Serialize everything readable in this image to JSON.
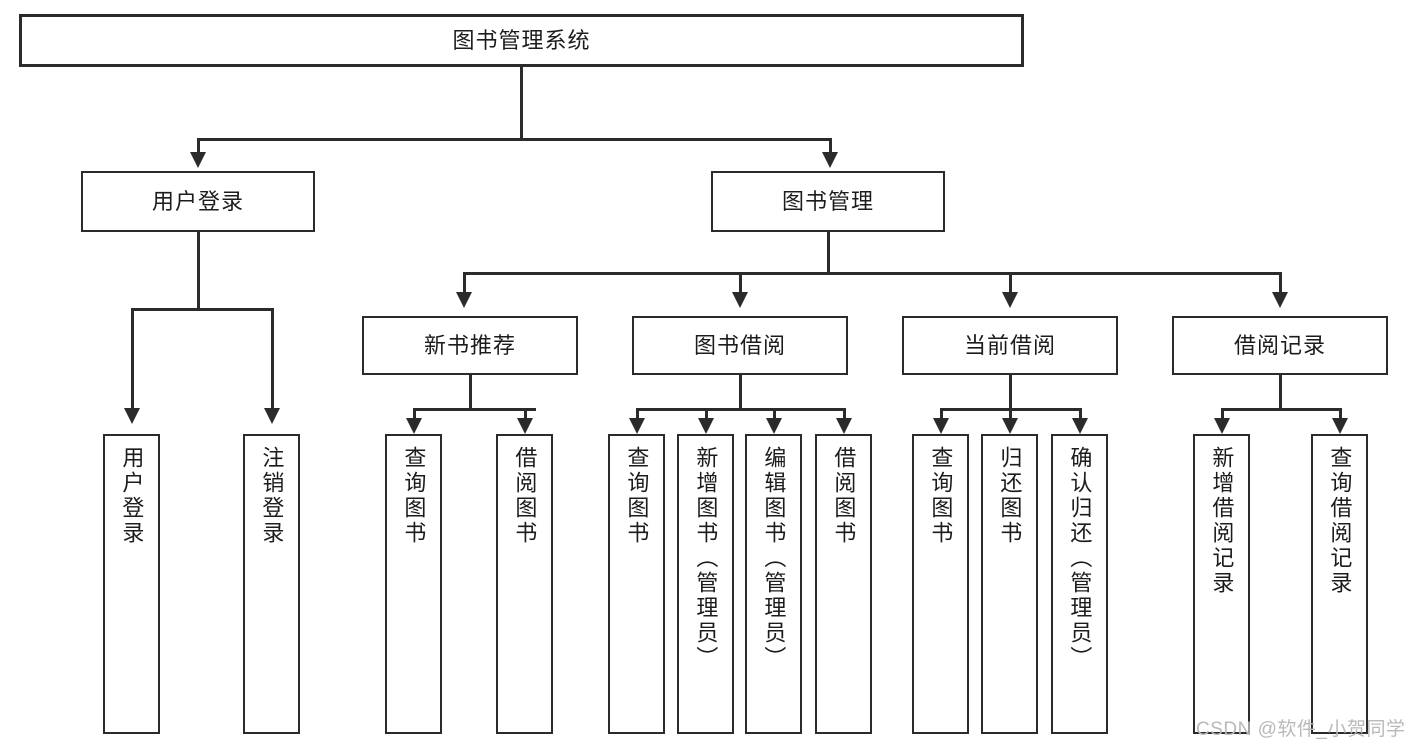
{
  "diagram": {
    "type": "hierarchy-tree",
    "title": "图书管理系统",
    "root": {
      "label": "图书管理系统"
    },
    "level2": [
      {
        "label": "用户登录"
      },
      {
        "label": "图书管理"
      }
    ],
    "level3": [
      {
        "label": "新书推荐"
      },
      {
        "label": "图书借阅"
      },
      {
        "label": "当前借阅"
      },
      {
        "label": "借阅记录"
      }
    ],
    "leaves": {
      "user_login": [
        {
          "label": "用户登录"
        },
        {
          "label": "注销登录"
        }
      ],
      "new_book_recommend": [
        {
          "label": "查询图书"
        },
        {
          "label": "借阅图书"
        }
      ],
      "book_borrow": [
        {
          "label": "查询图书"
        },
        {
          "label": "新增图书（管理员）"
        },
        {
          "label": "编辑图书（管理员）"
        },
        {
          "label": "借阅图书"
        }
      ],
      "current_borrow": [
        {
          "label": "查询图书"
        },
        {
          "label": "归还图书"
        },
        {
          "label": "确认归还（管理员）"
        }
      ],
      "borrow_record": [
        {
          "label": "新增借阅记录"
        },
        {
          "label": "查询借阅记录"
        }
      ]
    }
  },
  "watermark": {
    "text": "CSDN @软件_小贺同学"
  },
  "colors": {
    "border": "#2b2b2b",
    "background": "#ffffff",
    "text": "#1c1c1c",
    "watermark": "#b9b9b9"
  }
}
